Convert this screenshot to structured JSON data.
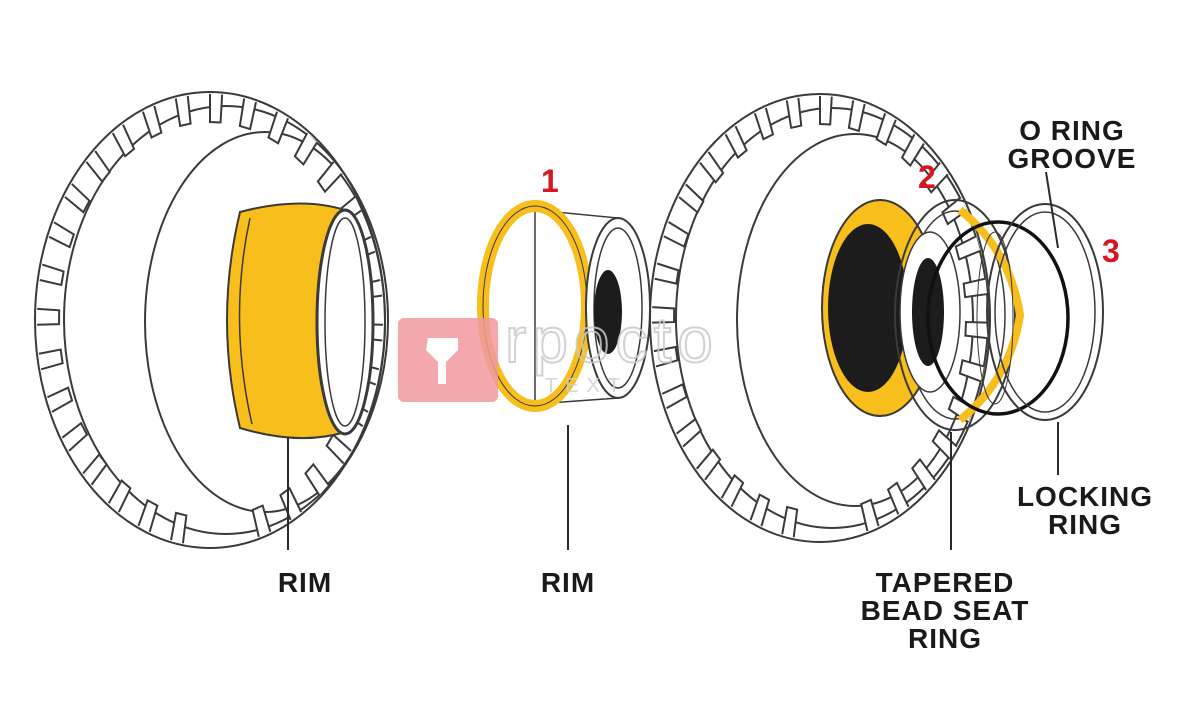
{
  "labels": {
    "rim_left": "RIM",
    "rim_center": "RIM",
    "o_ring_line1": "O RING",
    "o_ring_line2": "GROOVE",
    "locking_line1": "LOCKING",
    "locking_line2": "RING",
    "tapered_line1": "TAPERED",
    "tapered_line2": "BEAD SEAT",
    "tapered_line3": "RING"
  },
  "step_numbers": {
    "one": "1",
    "two": "2",
    "three": "3"
  },
  "colors": {
    "rim_yellow": "#f7be1c",
    "step_red": "#d8161f",
    "outline": "#3a3a3a",
    "watermark_red": "#f19aa0"
  }
}
